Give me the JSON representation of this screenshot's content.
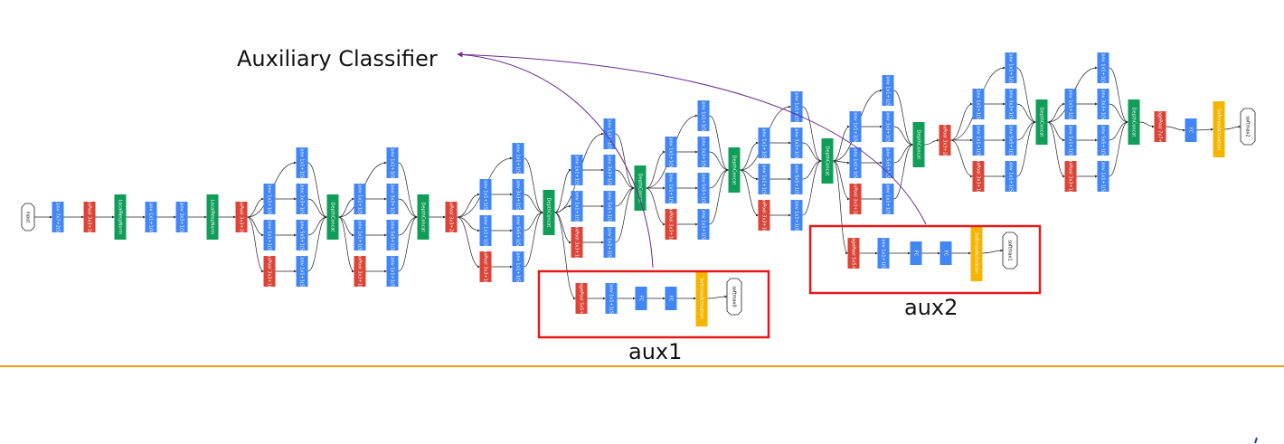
{
  "title": "Auxiliary Classifier",
  "aux_labels": [
    "aux1",
    "aux2"
  ],
  "colors": {
    "conv": "#4285f4",
    "pool": "#db4437",
    "concat": "#0f9d58",
    "activation": "#f4b400",
    "aux_box": "#e21a1a",
    "divider": "#f39c12",
    "aux_arrow": "#6a2c91"
  },
  "labels": {
    "input": "input",
    "conv7": "Conv 7x7+2(S)",
    "maxpool_s": "MaxPool 3x3+2(S)",
    "lrn": "LocalRespNorm",
    "conv1v": "Conv 1x1+1(V)",
    "conv3s": "Conv 3x3+1(S)",
    "conv1s": "Conv 1x1+1(S)",
    "conv5s": "Conv 5x5+1(S)",
    "maxpool1s": "MaxPool 3x3+1(S)",
    "concat": "DepthConcat",
    "avgpool5": "AveragePool 5x5+3(V)",
    "avgpool7": "AveragePool 7x7+1(V)",
    "fc": "FC",
    "softmaxact": "SoftmaxActivation",
    "softmax0": "softmax0",
    "softmax1": "softmax1",
    "softmax2": "softmax2"
  },
  "icons": {
    "corner_mark": "slash-mark-icon"
  }
}
